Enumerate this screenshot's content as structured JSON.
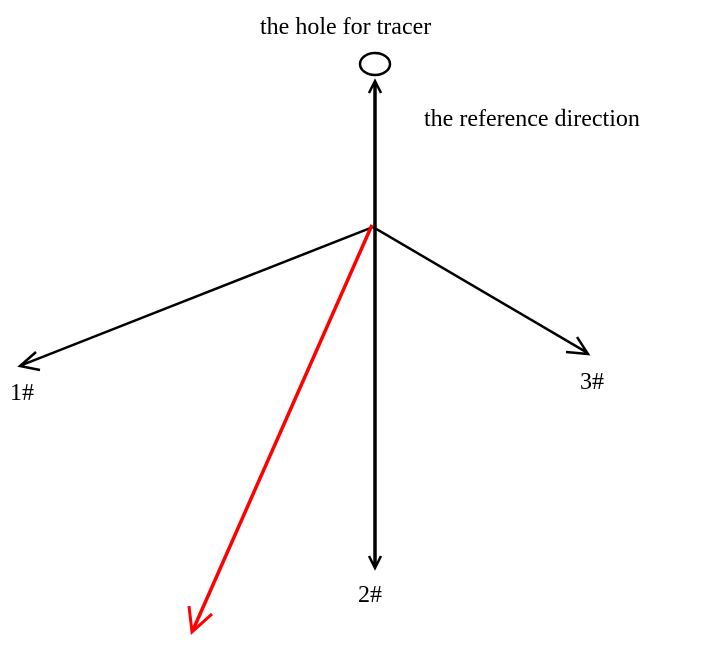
{
  "labels": {
    "tracer_hole": "the hole for tracer",
    "reference_direction": "the reference direction",
    "well_1": "1#",
    "well_2": "2#",
    "well_3": "3#"
  },
  "colors": {
    "lines": "#000000",
    "result_arrow": "#ff0000",
    "background": "#ffffff"
  }
}
